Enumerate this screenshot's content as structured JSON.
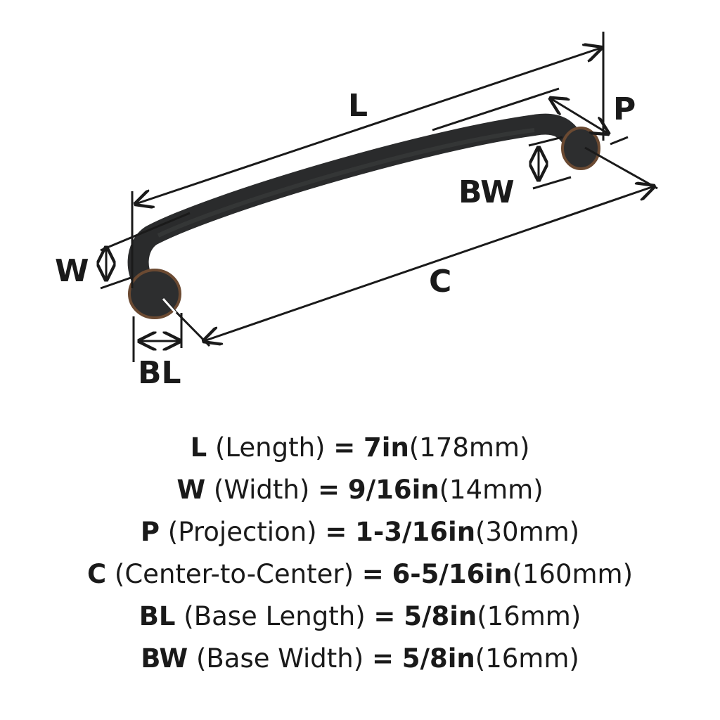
{
  "labels": {
    "L": "L",
    "W": "W",
    "P": "P",
    "C": "C",
    "BL": "BL",
    "BW": "BW"
  },
  "colors": {
    "handle": "#2a2b2c",
    "base_rim": "#6b4a32",
    "lines": "#1a1a1a"
  },
  "specs": [
    {
      "code": "L",
      "name": "(Length)",
      "eq": "=",
      "imperial": "7in",
      "metric": "(178mm)"
    },
    {
      "code": "W",
      "name": "(Width)",
      "eq": "=",
      "imperial": "9/16in",
      "metric": "(14mm)"
    },
    {
      "code": "P",
      "name": "(Projection)",
      "eq": "=",
      "imperial": "1-3/16in",
      "metric": "(30mm)"
    },
    {
      "code": "C",
      "name": "(Center-to-Center)",
      "eq": "=",
      "imperial": "6-5/16in",
      "metric": "(160mm)"
    },
    {
      "code": "BL",
      "name": "(Base Length)",
      "eq": "=",
      "imperial": "5/8in",
      "metric": "(16mm)"
    },
    {
      "code": "BW",
      "name": "(Base Width)",
      "eq": "=",
      "imperial": "5/8in",
      "metric": "(16mm)"
    }
  ]
}
